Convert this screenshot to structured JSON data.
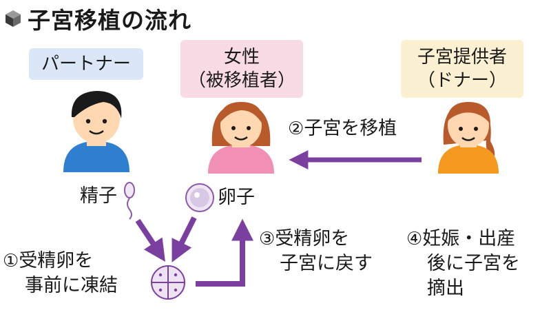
{
  "title": {
    "icon": "cube-icon",
    "text": "子宮移植の流れ"
  },
  "people": {
    "partner": {
      "label": "パートナー",
      "icon": "man-icon"
    },
    "woman": {
      "label_line1": "女性",
      "label_line2": "（被移植者）",
      "icon": "woman-icon"
    },
    "donor": {
      "label_line1": "子宮提供者",
      "label_line2": "（ドナー）",
      "icon": "donor-woman-icon"
    }
  },
  "cells": {
    "sperm": {
      "label": "精子",
      "icon": "sperm-icon"
    },
    "egg": {
      "label": "卵子",
      "icon": "egg-icon"
    },
    "embryo": {
      "icon": "embryo-icon"
    }
  },
  "steps": {
    "step1": {
      "num": "①",
      "line1": "受精卵を",
      "line2": "事前に凍結"
    },
    "step2": {
      "num": "②",
      "text": "子宮を移植"
    },
    "step3": {
      "num": "③",
      "line1": "受精卵を",
      "line2": "子宮に戻す"
    },
    "step4": {
      "num": "④",
      "line1": "妊娠・出産",
      "line2": "後に子宮を",
      "line3": "摘出"
    }
  },
  "colors": {
    "arrow": "#7b3fa0",
    "partner_box": "#dbe7f7",
    "woman_box": "#f9dbe6",
    "donor_box": "#fbf0d2",
    "partner_shirt": "#2f7fd0",
    "woman_shirt": "#f28fb5",
    "donor_shirt": "#f39a1e"
  }
}
